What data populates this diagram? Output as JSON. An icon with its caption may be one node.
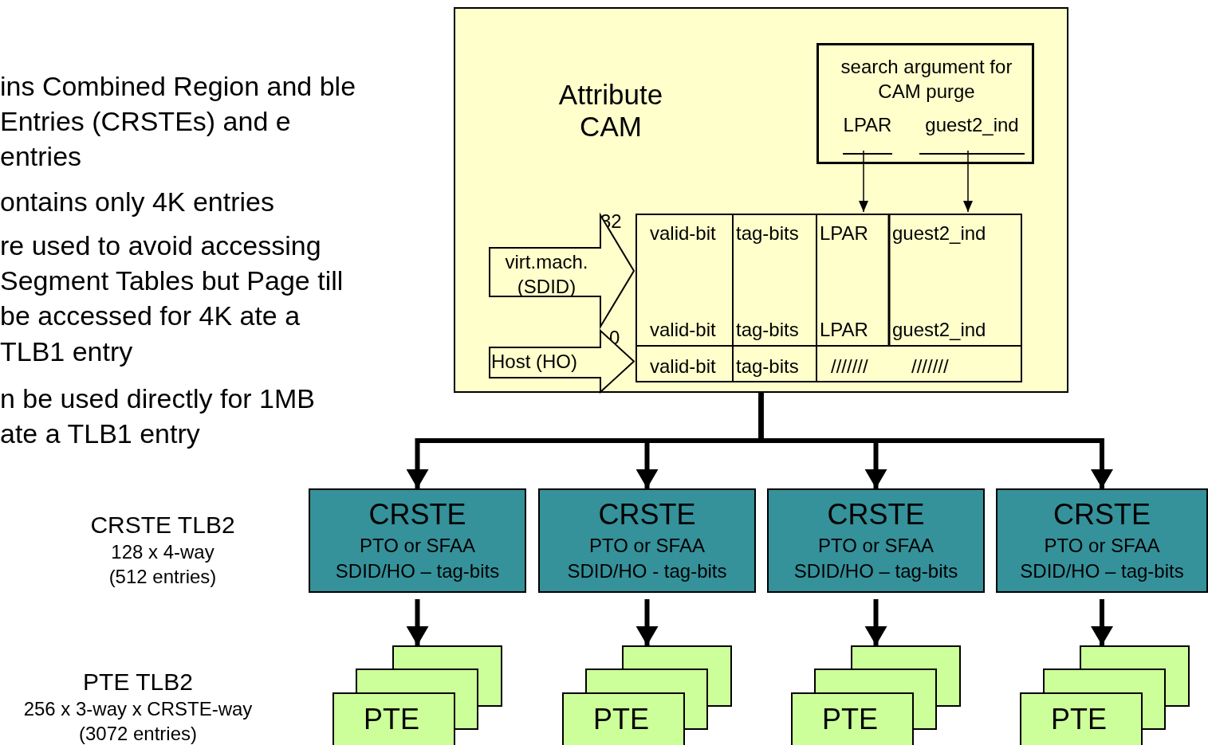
{
  "diagram": {
    "nodes": [
      {
        "text": [
          "Attribute CAM"
        ]
      },
      {
        "text": [
          "search argument for CAM purge"
        ],
        "in": 0
      },
      {
        "text": [
          "LPAR"
        ],
        "in": 1
      },
      {
        "text": [
          "guest2_ind"
        ],
        "in": 1
      },
      {
        "text": [],
        "shape": "box",
        "in": 0
      },
      {
        "text": [
          "CRSTE",
          "PTO or SFAA",
          "SDID/HO – tag-bits"
        ]
      },
      {
        "text": [
          "CRSTE",
          "PTO or SFAA",
          "SDID/HO - tag-bits"
        ]
      },
      {
        "text": [
          "CRSTE",
          "PTO or SFAA",
          "SDID/HO – tag-bits"
        ]
      },
      {
        "text": [
          "CRSTE",
          "PTO or SFAA",
          "SDID/HO – tag-bits"
        ]
      },
      {
        "text": [
          "PTE"
        ]
      },
      {
        "text": [
          "PTE"
        ]
      },
      {
        "text": [
          "PTE"
        ]
      },
      {
        "text": [
          "PTE"
        ]
      }
    ],
    "edges": [
      {
        "from": 2,
        "to": 4,
        "arrow": "to"
      },
      {
        "from": 3,
        "to": 4,
        "arrow": "to"
      },
      {
        "from": null,
        "to": 4,
        "arrow": "to",
        "label": "virt.mach. (SDID)"
      },
      {
        "from": null,
        "to": 4,
        "arrow": "to",
        "label": "Host (HO)"
      },
      {
        "from": 0,
        "to": 5,
        "arrow": "to"
      },
      {
        "from": 0,
        "to": 6,
        "arrow": "to"
      },
      {
        "from": 0,
        "to": 7,
        "arrow": "to"
      },
      {
        "from": 0,
        "to": 8,
        "arrow": "to"
      },
      {
        "from": 5,
        "to": 9,
        "arrow": "to"
      },
      {
        "from": 6,
        "to": 10,
        "arrow": "to"
      },
      {
        "from": 7,
        "to": 11,
        "arrow": "to"
      },
      {
        "from": 8,
        "to": 12,
        "arrow": "to"
      }
    ],
    "labels": [
      "ins Combined Region and ble Entries (CRSTEs) and e entries",
      "ontains only 4K entries",
      "re used to avoid accessing Segment Tables but Page till be accessed for 4K ate a TLB1 entry",
      "n be used directly for 1MB ate a TLB1 entry",
      "CRSTE TLB2",
      "128 x 4-way (512 entries)",
      "PTE TLB2",
      "256 x 3-way x CRSTE-way (3072 entries)",
      "32",
      "0",
      "valid-bit",
      "tag-bits",
      "LPAR",
      "guest2_ind",
      "valid-bit",
      "tag-bits",
      "LPAR",
      "guest2_ind",
      "valid-bit",
      "tag-bits",
      "///////",
      "///////"
    ]
  }
}
